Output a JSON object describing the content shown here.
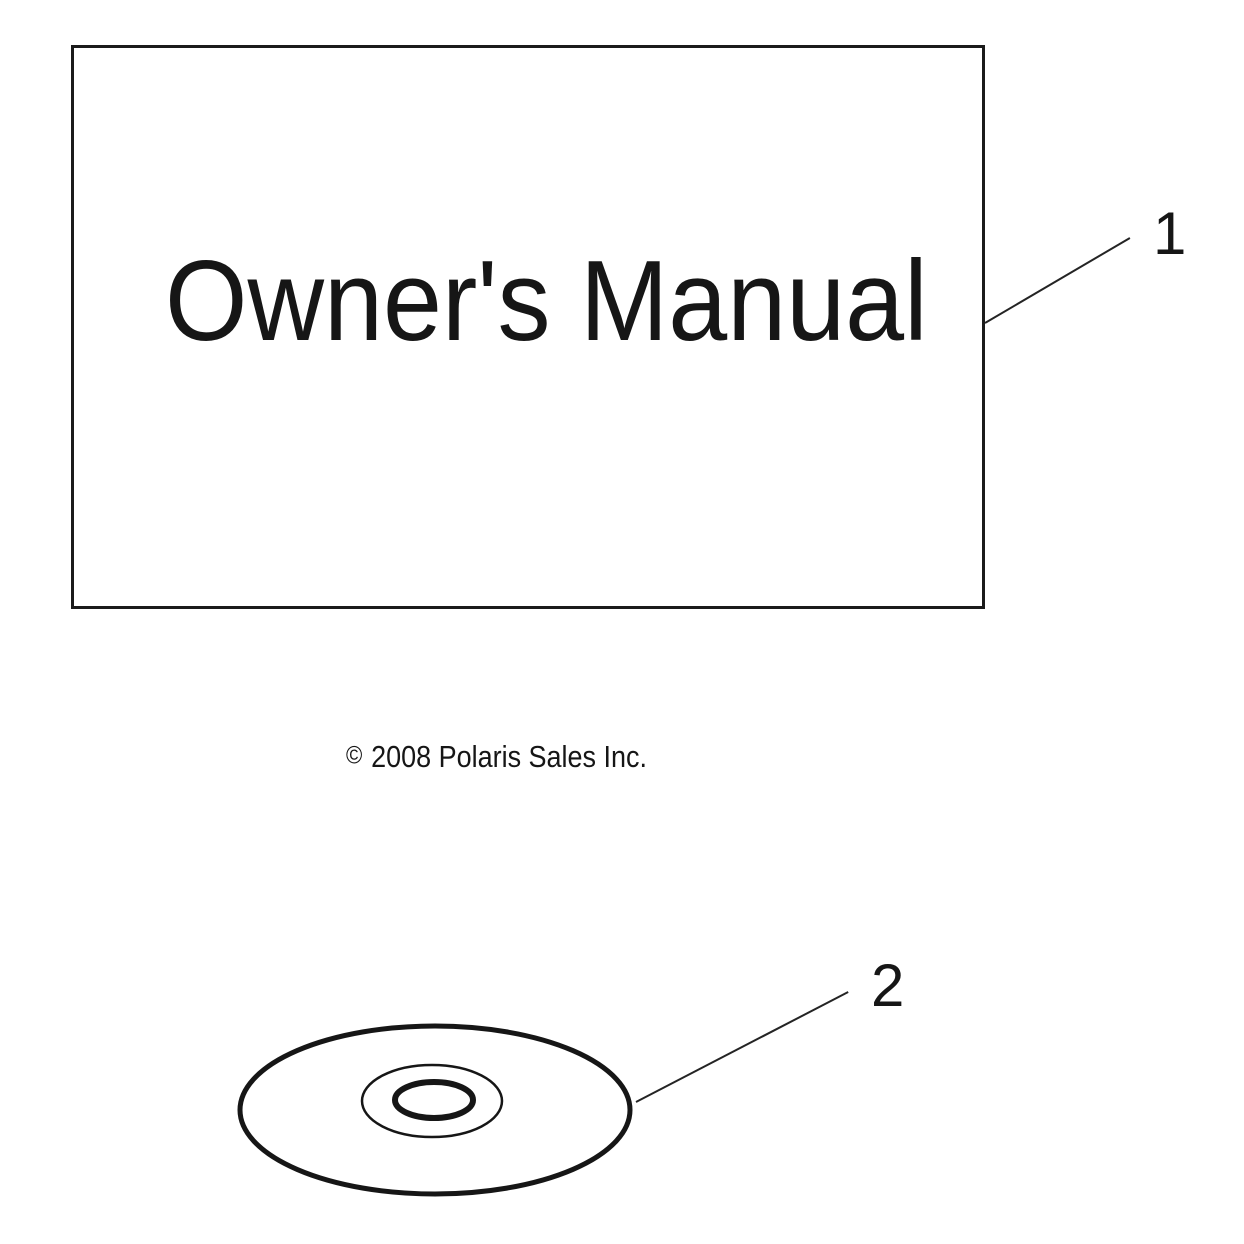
{
  "page": {
    "background_color": "#ffffff",
    "ink_color": "#161616"
  },
  "manual_cover": {
    "title": "Owner's Manual"
  },
  "copyright": {
    "symbol": "©",
    "text": "2008 Polaris Sales Inc."
  },
  "callouts": [
    {
      "label": "1",
      "points_to": "owners-manual"
    },
    {
      "label": "2",
      "points_to": "cd-disc"
    }
  ]
}
